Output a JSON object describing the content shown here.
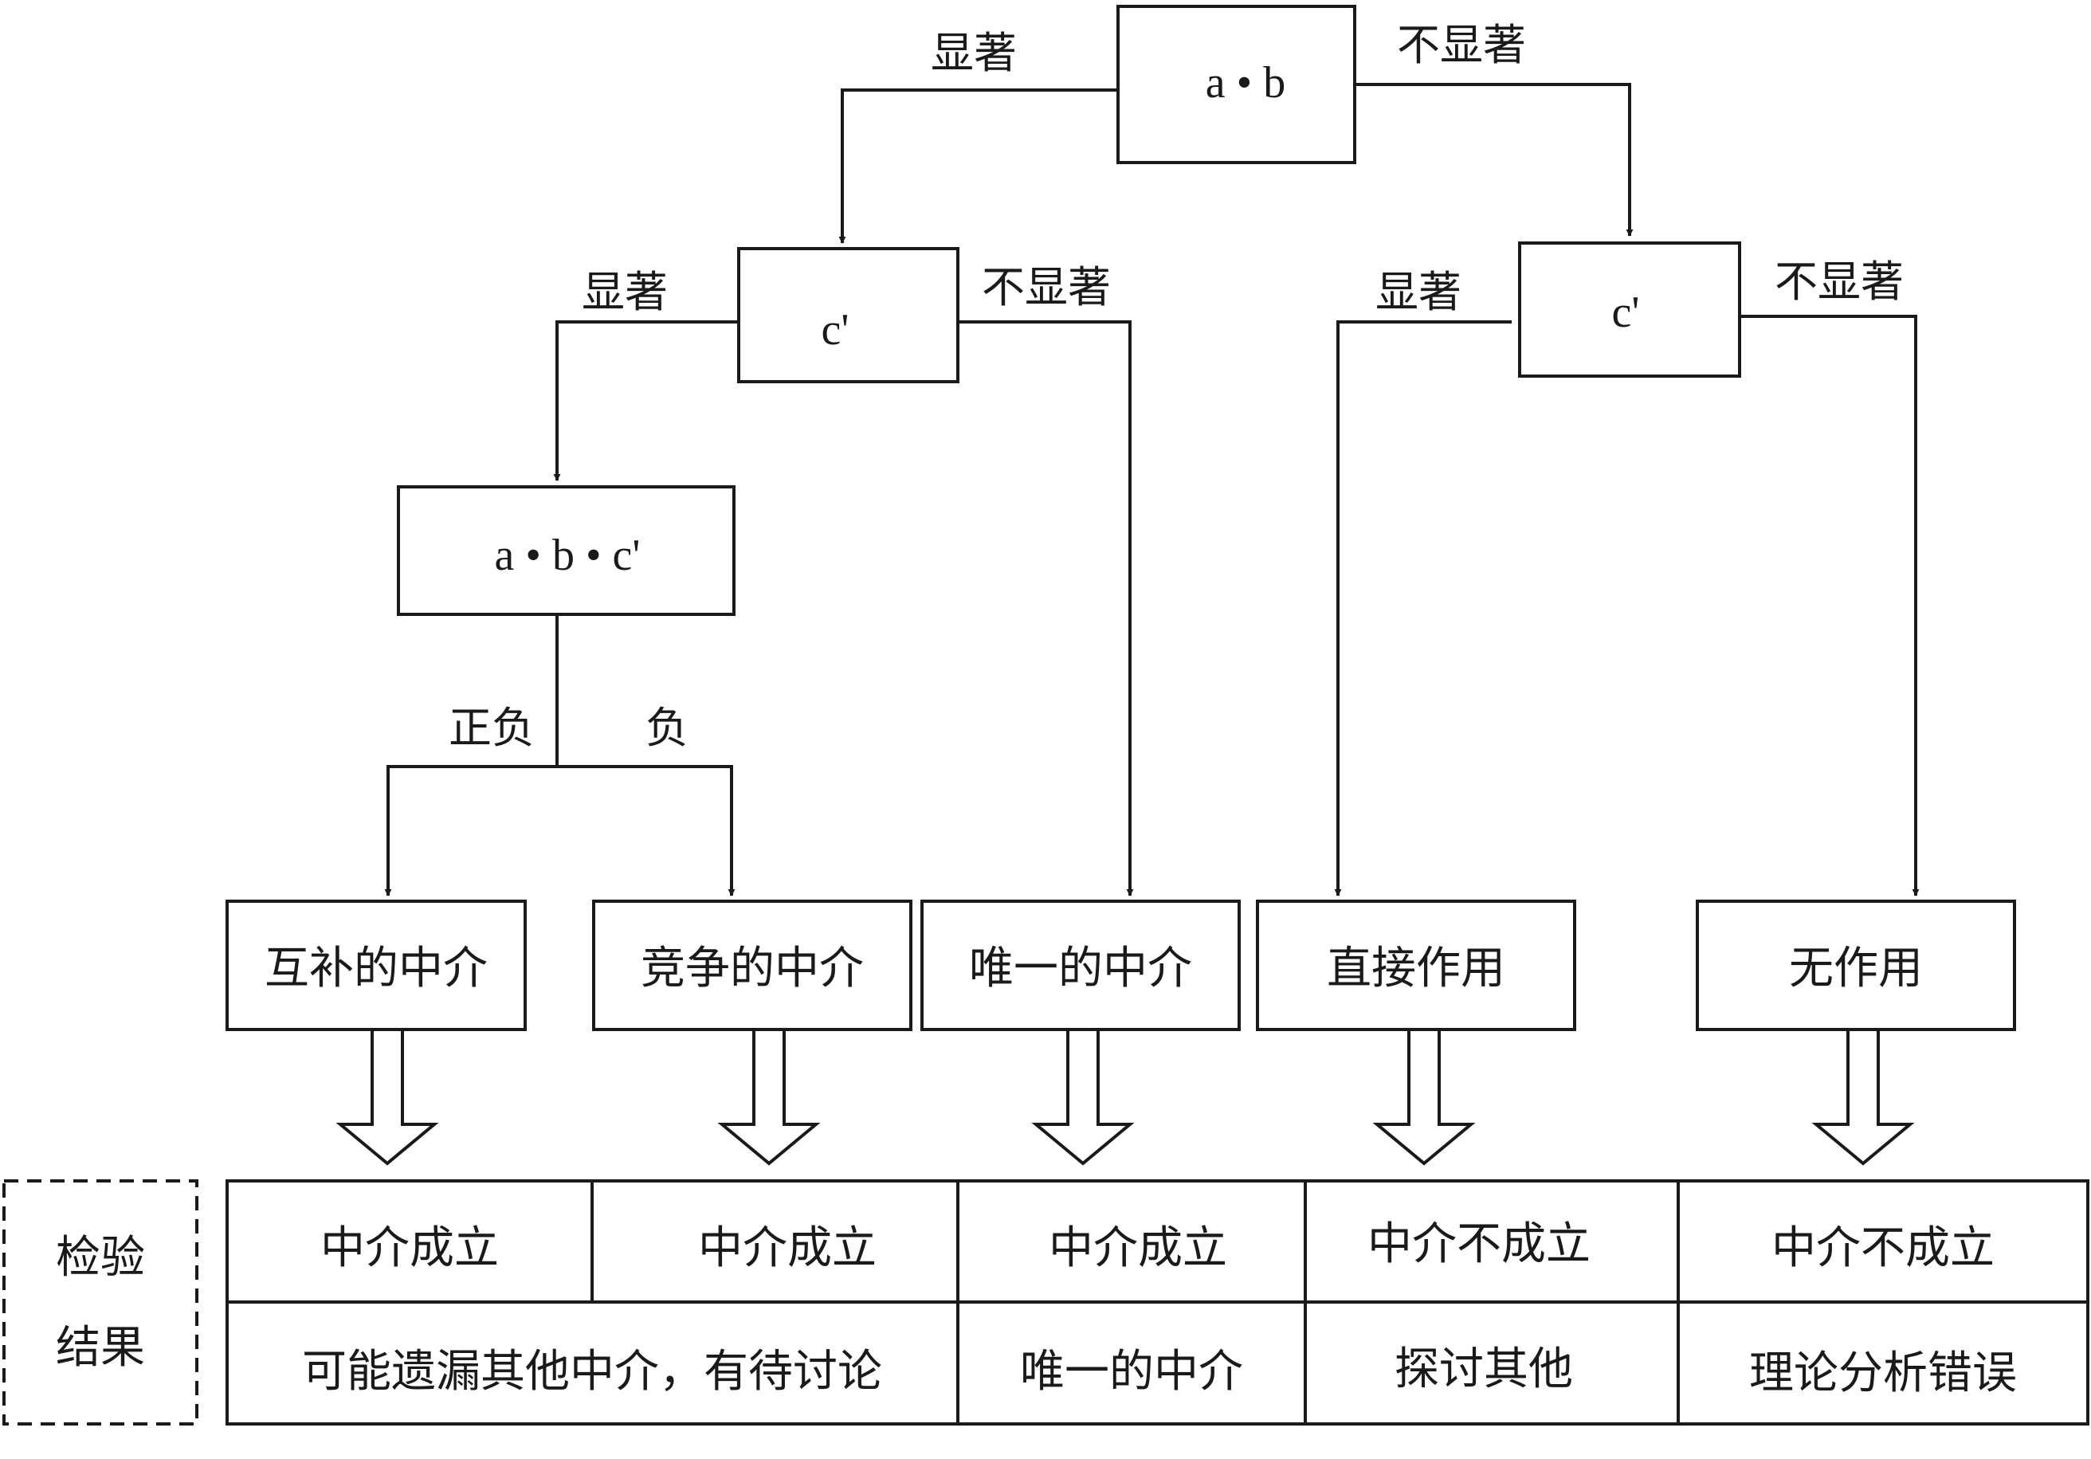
{
  "decision_tree": {
    "root": {
      "text": "a • b",
      "edge_left": "显著",
      "edge_right": "不显著"
    },
    "left_node": {
      "text": "c'",
      "edge_left": "显著",
      "edge_right": "不显著"
    },
    "right_node": {
      "text": "c'",
      "edge_left": "显著",
      "edge_right": "不显著"
    },
    "product_node": {
      "text": "a • b • c'",
      "edge_left": "正负",
      "edge_right": "负"
    }
  },
  "outcomes": [
    {
      "label": "互补的中介"
    },
    {
      "label": "竞争的中介"
    },
    {
      "label": "唯一的中介"
    },
    {
      "label": "直接作用"
    },
    {
      "label": "无作用"
    }
  ],
  "results": {
    "header_line1": "检验",
    "header_line2": "结果",
    "row1": [
      "中介成立",
      "中介成立",
      "中介成立",
      "中介不成立",
      "中介不成立"
    ],
    "row2": [
      "可能遗漏其他中介，有待讨论",
      "唯一的中介",
      "探讨其他",
      "理论分析错误"
    ]
  }
}
